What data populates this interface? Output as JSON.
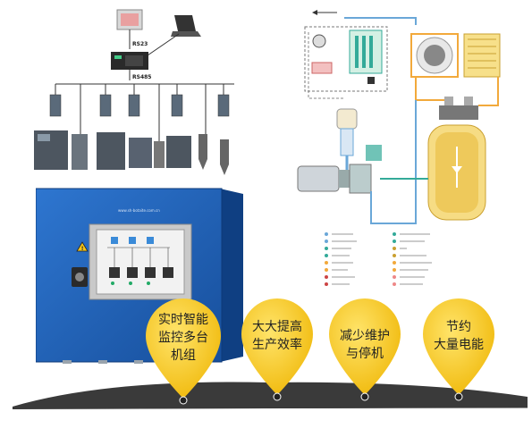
{
  "network": {
    "rs232_label": "RS23",
    "rs485_label": "RS485"
  },
  "cabinet": {
    "website": "www.sh-botaite.com.cn"
  },
  "benefits": [
    {
      "line1": "实时智能",
      "line2": "监控多台",
      "line3": "机组"
    },
    {
      "line1": "大大提高",
      "line2": "生产效率",
      "line3": ""
    },
    {
      "line1": "减少维护",
      "line2": "与停机",
      "line3": ""
    },
    {
      "line1": "节约",
      "line2": "大量电能",
      "line3": ""
    }
  ],
  "colors": {
    "pin_yellow": "#f5c518",
    "cabinet_blue": "#1f5fb4",
    "ground": "#3a3a3a",
    "air_line": "#6aa7d8",
    "oil_line": "#f2a93b"
  }
}
